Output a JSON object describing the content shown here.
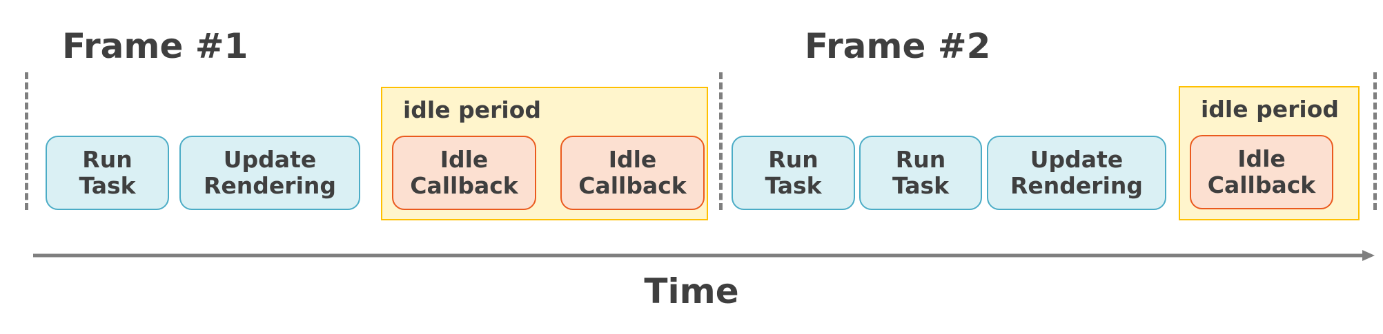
{
  "frames": [
    {
      "title": "Frame #1"
    },
    {
      "title": "Frame #2"
    }
  ],
  "idle_periods": [
    {
      "label": "idle period"
    },
    {
      "label": "idle period"
    }
  ],
  "frame1": {
    "run_task": "Run\nTask",
    "update_rendering": "Update\nRendering",
    "idle_callback_1": "Idle\nCallback",
    "idle_callback_2": "Idle\nCallback"
  },
  "frame2": {
    "run_task_1": "Run\nTask",
    "run_task_2": "Run\nTask",
    "update_rendering": "Update\nRendering",
    "idle_callback": "Idle\nCallback"
  },
  "axis": {
    "label": "Time"
  },
  "colors": {
    "task_fill": "#daf0f4",
    "task_border": "#4bacc6",
    "callback_fill": "#fce0d1",
    "callback_border": "#ea5a1e",
    "idle_fill": "#fff5cc",
    "idle_border": "#ffc000",
    "text": "#3f3f3f",
    "divider": "#7f7f7f"
  }
}
